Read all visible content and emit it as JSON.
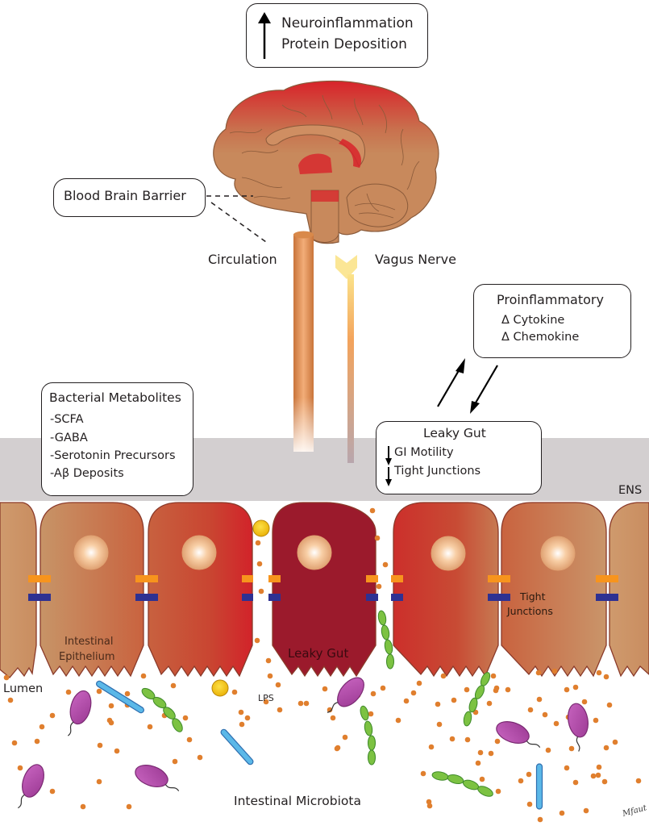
{
  "top_box": {
    "arrow": "up-arrow",
    "lines": [
      "Neuroinflammation",
      "Protein Deposition"
    ]
  },
  "bbb_label": "Blood Brain Barrier",
  "circulation_label": "Circulation",
  "vagus_label": "Vagus Nerve",
  "proinflammatory": {
    "title": "Proinflammatory",
    "items": [
      "Δ Cytokine",
      "Δ Chemokine"
    ]
  },
  "metabolites": {
    "title": "Bacterial Metabolites",
    "items": [
      "-SCFA",
      "-GABA",
      "-Serotonin Precursors",
      "-Aβ Deposits"
    ]
  },
  "leaky_box": {
    "title": "Leaky Gut",
    "items": [
      {
        "arrow": "down-arrow",
        "text": "GI Motility"
      },
      {
        "arrow": "down-arrow",
        "text": "Tight Junctions"
      }
    ]
  },
  "ens_label": "ENS",
  "epithelium_label_1": "Intestinal",
  "epithelium_label_2": "Epithelium",
  "leaky_gut_cell_label": "Leaky Gut",
  "tight_junctions_label_1": "Tight",
  "tight_junctions_label_2": "Junctions",
  "lumen_label": "Lumen",
  "lps_label": "LPS",
  "microbiota_label": "Intestinal Microbiota",
  "signature": "Mfaut",
  "colors": {
    "band": "#d3cfd0",
    "cell_tan": "#c98a5e",
    "cell_red": "#c9402c",
    "cell_leaky": "#9b1a2c",
    "junction_orange": "#f7941d",
    "junction_blue": "#2e3192",
    "dot_orange": "#e07f2e",
    "bacteria_purple": "#b04aa8",
    "bacteria_green": "#7cc242",
    "bacteria_blue": "#5bb8e8",
    "lps_yellow": "#f6c21a",
    "brain": "#c8895c",
    "brain_red": "#d8232a"
  }
}
